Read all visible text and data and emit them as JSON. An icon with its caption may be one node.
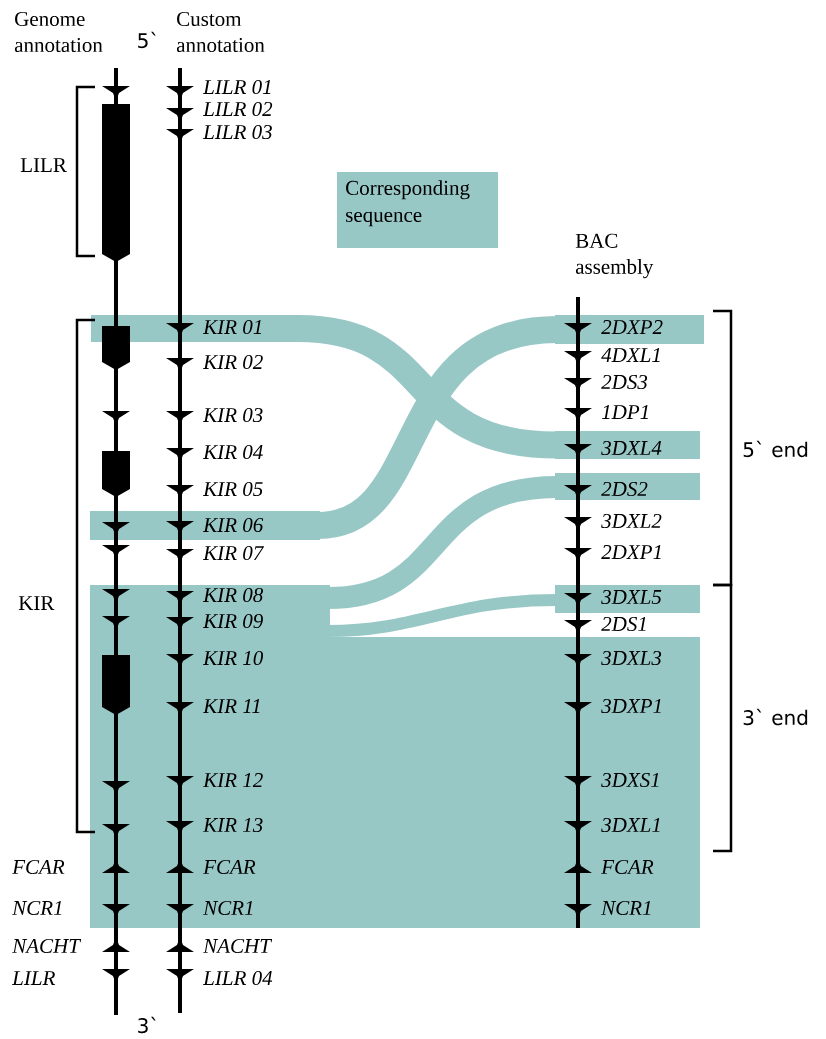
{
  "diagram": {
    "labels": [
      "Genome annotation",
      "5`",
      "Custom annotation",
      "LILR 01",
      "LILR 02",
      "LILR 03",
      "LILR",
      "KIR",
      "KIR 01",
      "KIR 02",
      "KIR 03",
      "KIR 04",
      "KIR 05",
      "KIR 06",
      "KIR 07",
      "KIR 08",
      "KIR 09",
      "KIR 10",
      "KIR 11",
      "KIR 12",
      "KIR 13",
      "FCAR",
      "FCAR",
      "NCR1",
      "NCR1",
      "NACHT",
      "NACHT",
      "LILR",
      "LILR 04",
      "BAC assembly",
      "2DXP2",
      "4DXL1",
      "2DS3",
      "1DP1",
      "3DXL4",
      "2DS2",
      "3DXL2",
      "2DXP1",
      "3DXL5",
      "2DS1",
      "3DXL3",
      "3DXP1",
      "3DXS1",
      "3DXL1",
      "FCAR",
      "NCR1",
      "5` end",
      "3` end",
      "3`"
    ],
    "legend": [
      {
        "text": "Corresponding sequence",
        "color": "#98c8c6"
      }
    ]
  }
}
